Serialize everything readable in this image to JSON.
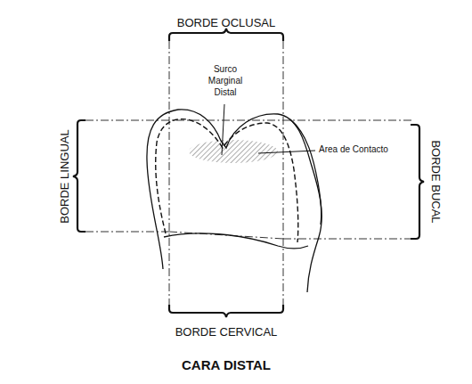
{
  "diagram": {
    "caption": "CARA DISTAL",
    "labels": [
      "BORDE OCLUSAL",
      "Surco Marginal Distal",
      "Area de Contacto",
      "BORDE LINGUAL",
      "BORDE BUCAL",
      "BORDE CERVICAL"
    ]
  }
}
